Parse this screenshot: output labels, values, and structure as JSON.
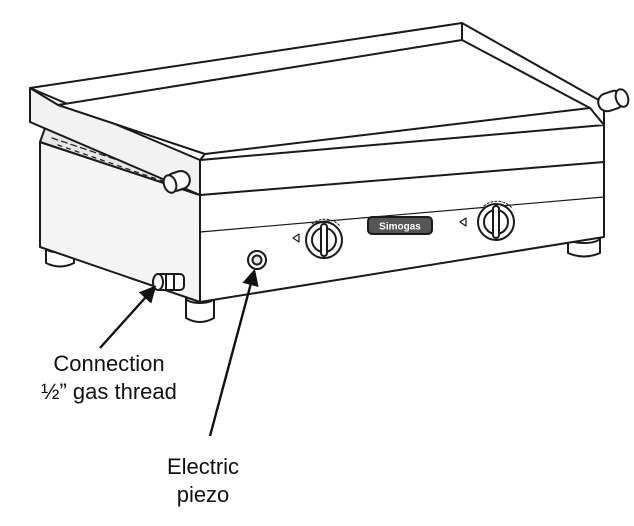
{
  "callouts": {
    "connection": {
      "line1": "Connection",
      "line2": "½” gas thread"
    },
    "piezo": {
      "line1": "Electric",
      "line2": "piezo"
    }
  },
  "logo_text": "Simogas",
  "knobs": [
    {
      "name": "left-burner-knob"
    },
    {
      "name": "right-burner-knob"
    }
  ],
  "colors": {
    "line": "#1a1a1a",
    "fill": "#ffffff",
    "shade": "#e6e6e6"
  }
}
